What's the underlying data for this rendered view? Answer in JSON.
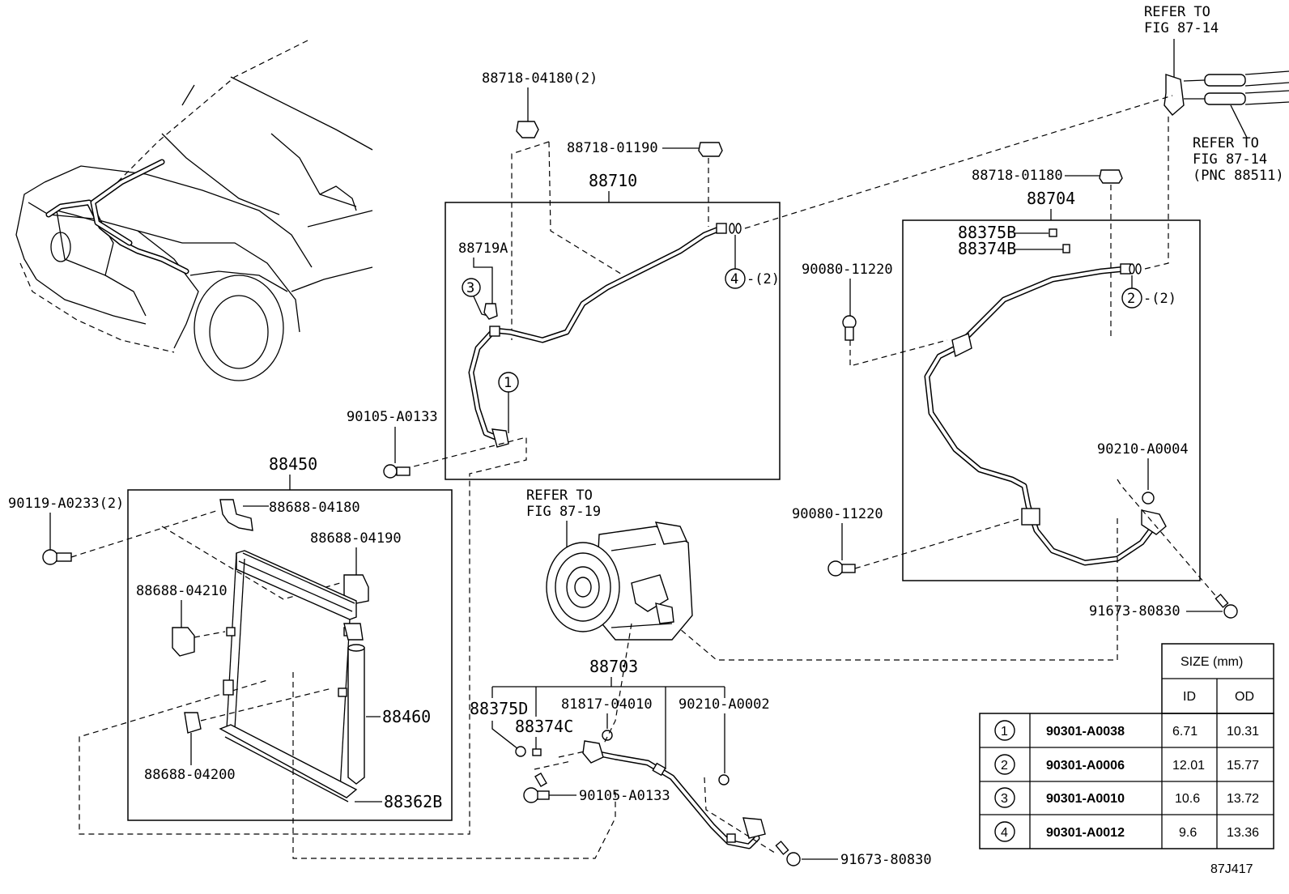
{
  "labels": {
    "refer_87_14_top_l1": "REFER TO",
    "refer_87_14_top_l2": "FIG 87-14",
    "refer_87_14_side_l1": "REFER TO",
    "refer_87_14_side_l2": "FIG 87-14",
    "refer_87_14_side_l3": "(PNC 88511)",
    "p_88718_04180": "88718-04180(2)",
    "p_88718_01190": "88718-01190",
    "p_88710": "88710",
    "p_88719a": "88719A",
    "p_90105_a0133_a": "90105-A0133",
    "p_88718_01180": "88718-01180",
    "p_88704": "88704",
    "p_88375b": "88375B",
    "p_88374b": "88374B",
    "p_90080_11220_a": "90080-11220",
    "p_90210_a0004": "90210-A0004",
    "p_90080_11220_b": "90080-11220",
    "p_91673_80830_a": "91673-80830",
    "p_88450": "88450",
    "p_90119_a0233": "90119-A0233(2)",
    "p_88688_04180": "88688-04180",
    "p_88688_04190": "88688-04190",
    "p_88688_04210": "88688-04210",
    "p_88460": "88460",
    "p_88688_04200": "88688-04200",
    "p_88362b": "88362B",
    "refer_87_19_l1": "REFER TO",
    "refer_87_19_l2": "FIG 87-19",
    "p_88703": "88703",
    "p_88375d": "88375D",
    "p_88374c": "88374C",
    "p_81817_04010": "81817-04010",
    "p_90210_a0002": "90210-A0002",
    "p_90105_a0133_b": "90105-A0133",
    "p_91673_80830_b": "91673-80830",
    "qty_2_a": "-(2)",
    "qty_2_b": "-(2)",
    "ref_code": "87J417"
  },
  "callouts": {
    "c1": "1",
    "c2": "2",
    "c3": "3",
    "c4": "4"
  },
  "size_table": {
    "title": "SIZE (mm)",
    "col_id": "ID",
    "col_od": "OD",
    "rows": [
      {
        "ref": "1",
        "part": "90301-A0038",
        "id": "6.71",
        "od": "10.31"
      },
      {
        "ref": "2",
        "part": "90301-A0006",
        "id": "12.01",
        "od": "15.77"
      },
      {
        "ref": "3",
        "part": "90301-A0010",
        "id": "10.6",
        "od": "13.72"
      },
      {
        "ref": "4",
        "part": "90301-A0012",
        "id": "9.6",
        "od": "13.36"
      }
    ]
  }
}
